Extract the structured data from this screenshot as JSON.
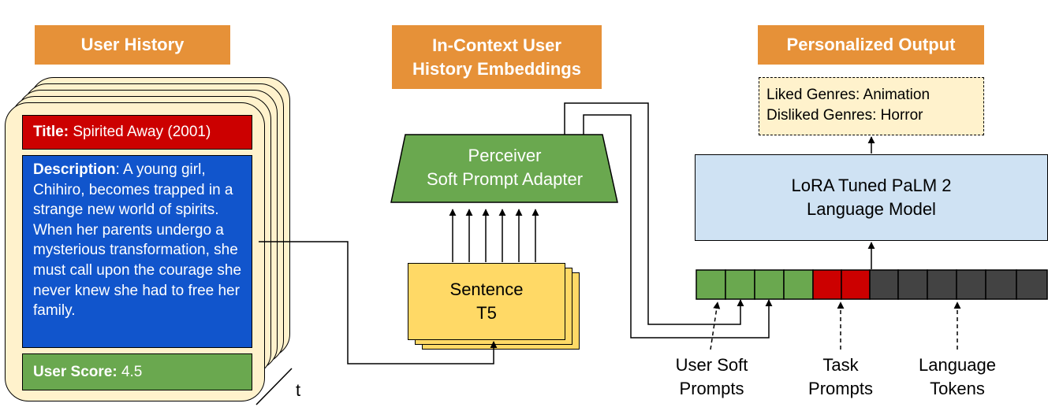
{
  "headers": {
    "user_history": "User History",
    "in_context_line1": "In-Context User",
    "in_context_line2": "History Embeddings",
    "personalized_output": "Personalized Output"
  },
  "user_card": {
    "title_key": "Title:",
    "title_value": " Spirited Away (2001)",
    "description_key": "Description",
    "description_value": ": A young girl, Chihiro, becomes trapped in a strange new world of spirits. When her parents undergo a mysterious transformation, she must call upon the courage she never knew she had to free her family.",
    "score_key": "User Score:",
    "score_value": " 4.5",
    "time_label": "t"
  },
  "perceiver": {
    "line1": "Perceiver",
    "line2": "Soft Prompt Adapter"
  },
  "sentence_t5": {
    "line1": "Sentence",
    "line2": "T5"
  },
  "llm": {
    "line1": "LoRA Tuned PaLM 2",
    "line2": "Language Model"
  },
  "output": {
    "line1": "Liked Genres: Animation",
    "line2": "Disliked Genres: Horror"
  },
  "token_labels": {
    "user_soft_line1": "User Soft",
    "user_soft_line2": "Prompts",
    "task_line1": "Task",
    "task_line2": "Prompts",
    "language_line1": "Language",
    "language_line2": "Tokens"
  },
  "colors": {
    "header_orange": "#e69138",
    "card_cream": "#fff2cc",
    "title_red": "#cc0000",
    "description_blue": "#1155cc",
    "score_green": "#6aa84f",
    "perceiver_green": "#6aa84f",
    "t5_yellow": "#ffd966",
    "llm_blue": "#cfe2f3",
    "token_green": "#6aa84f",
    "token_red": "#cc0000",
    "token_gray": "#434343"
  }
}
